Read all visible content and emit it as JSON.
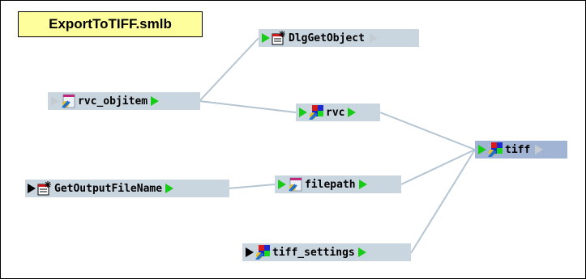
{
  "title": "ExportToTIFF.smlb",
  "nodes": {
    "dlg_get_object": {
      "label": "DlgGetObject",
      "icon": "procedure-icon"
    },
    "rvc_objitem": {
      "label": "rvc_objitem",
      "icon": "variable-icon"
    },
    "rvc": {
      "label": "rvc",
      "icon": "raster-object-icon"
    },
    "tiff": {
      "label": "tiff",
      "icon": "raster-object-icon"
    },
    "get_output_file_name": {
      "label": "GetOutputFileName",
      "icon": "procedure-icon"
    },
    "filepath": {
      "label": "filepath",
      "icon": "variable-icon"
    },
    "tiff_settings": {
      "label": "tiff_settings",
      "icon": "raster-object-icon"
    }
  },
  "colors": {
    "title_bg": "#fefe9c",
    "node_bg": "#cad6df",
    "selected_node_bg": "#a2b4d4",
    "port_active": "#17cc17",
    "port_input": "#000000",
    "port_inactive": "#c4ccd2",
    "wire": "#b5c5d1"
  }
}
